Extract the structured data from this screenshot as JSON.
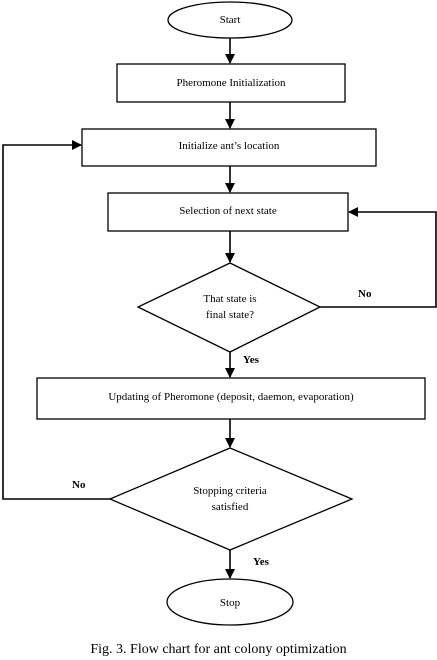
{
  "nodes": {
    "start": "Start",
    "pheromone_init": "Pheromone Initialization",
    "init_location": "Initialize ant’s location",
    "next_state": "Selection of next state",
    "final_state_line1": "That state is",
    "final_state_line2": "final state?",
    "update_pheromone": "Updating of Pheromone (deposit, daemon, evaporation)",
    "stopping_line1": "Stopping criteria",
    "stopping_line2": "satisfied",
    "stop": "Stop"
  },
  "edges": {
    "final_no": "No",
    "final_yes": "Yes",
    "stop_no": "No",
    "stop_yes": "Yes"
  },
  "caption": "Fig. 3. Flow chart for ant colony optimization"
}
